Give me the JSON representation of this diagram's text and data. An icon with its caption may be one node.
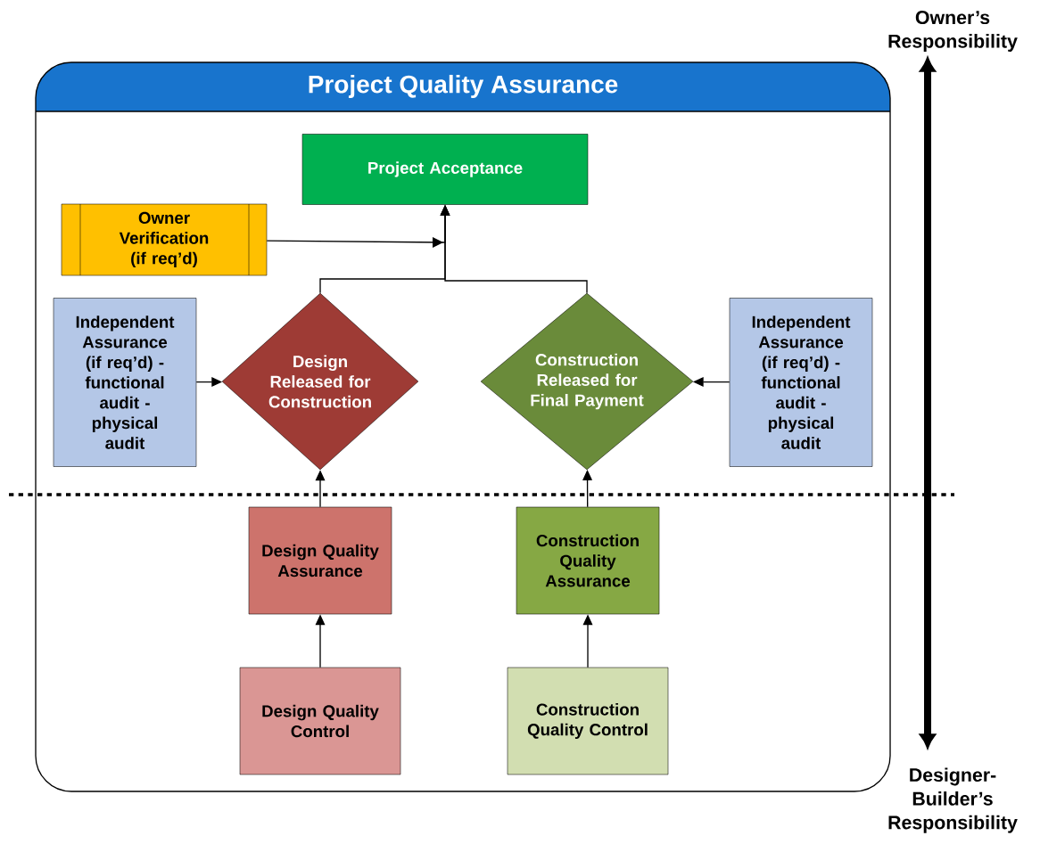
{
  "diagram": {
    "nodes": [
      {
        "text": [
          "Project Quality Assurance"
        ]
      },
      {
        "text": [
          "Project Acceptance"
        ],
        "in": 0
      },
      {
        "text": [
          "Owner Verification (if req’d)"
        ],
        "in": 0
      },
      {
        "text": [
          "Independent Assurance (if req’d) - functional audit -physical audit"
        ],
        "in": 0
      },
      {
        "text": [
          "Design Released for Construction"
        ],
        "in": 0
      },
      {
        "text": [
          "Construction Released for Final Payment"
        ],
        "in": 0
      },
      {
        "text": [
          "Independent Assurance (if req’d) - functional audit -physical audit"
        ],
        "in": 0
      },
      {
        "text": [
          "Design Quality Assurance"
        ],
        "in": 0
      },
      {
        "text": [
          "Construction Quality Assurance"
        ],
        "in": 0
      },
      {
        "text": [
          "Design Quality Control"
        ],
        "in": 0
      },
      {
        "text": [
          "Construction Quality Control"
        ],
        "in": 0
      }
    ],
    "edges": [
      {
        "from": 2,
        "to": 1,
        "arrow": "to"
      },
      {
        "from": 4,
        "to": 1,
        "arrow": "to"
      },
      {
        "from": 5,
        "to": 1,
        "arrow": "to"
      },
      {
        "from": 3,
        "to": 4,
        "arrow": "to"
      },
      {
        "from": 6,
        "to": 5,
        "arrow": "to"
      },
      {
        "from": 7,
        "to": 4,
        "arrow": "to"
      },
      {
        "from": 8,
        "to": 5,
        "arrow": "to"
      },
      {
        "from": 9,
        "to": 7,
        "arrow": "to"
      },
      {
        "from": 10,
        "to": 8,
        "arrow": "to"
      }
    ],
    "labels": [
      "Owner’s Responsibility",
      "Designer-Builder’s Responsibility"
    ]
  }
}
